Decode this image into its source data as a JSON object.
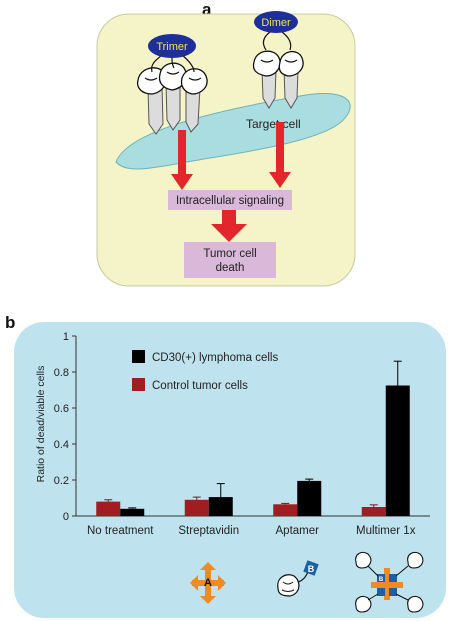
{
  "panel_a": {
    "letter": "a",
    "trimer_label": "Trimer",
    "dimer_label": "Dimer",
    "target_cell_label": "Target cell",
    "signaling_label": "Intracellular signaling",
    "death_line1": "Tumor cell",
    "death_line2": "death",
    "colors": {
      "background": "#f4f4c8",
      "cell": "#a9dde0",
      "box": "#d9b8d9",
      "arrow": "#e3262b",
      "oval": "#1f2f9a",
      "oval_text": "#f2e64a"
    }
  },
  "panel_b": {
    "letter": "b",
    "colors": {
      "background": "#bfe3ee",
      "text_icon": "#f08a24",
      "icon_blue": "#1f5fa8"
    },
    "icon_labels": {
      "streptavidin": "A",
      "aptamer": "B",
      "multimer": "B"
    }
  },
  "chart_data": {
    "type": "bar",
    "ylabel": "Ratio of dead/viable cells",
    "ylim": [
      0,
      1
    ],
    "yticks": [
      "0",
      "0.2",
      "0.4",
      "0.6",
      "0.8",
      "1"
    ],
    "categories": [
      "No treatment",
      "Streptavidin",
      "Aptamer",
      "Multimer 1x"
    ],
    "series": [
      {
        "name": "Control tumor cells",
        "color": "#a01d22",
        "values": [
          0.08,
          0.09,
          0.065,
          0.05
        ],
        "errors": [
          0.01,
          0.015,
          0.005,
          0.012
        ]
      },
      {
        "name": "CD30(+) lymphoma cells",
        "color": "#000000",
        "values": [
          0.04,
          0.105,
          0.195,
          0.725
        ],
        "errors": [
          0.005,
          0.075,
          0.01,
          0.135
        ]
      }
    ],
    "legend": [
      "CD30(+) lymphoma cells",
      "Control tumor cells"
    ],
    "legend_position": "top-left"
  }
}
